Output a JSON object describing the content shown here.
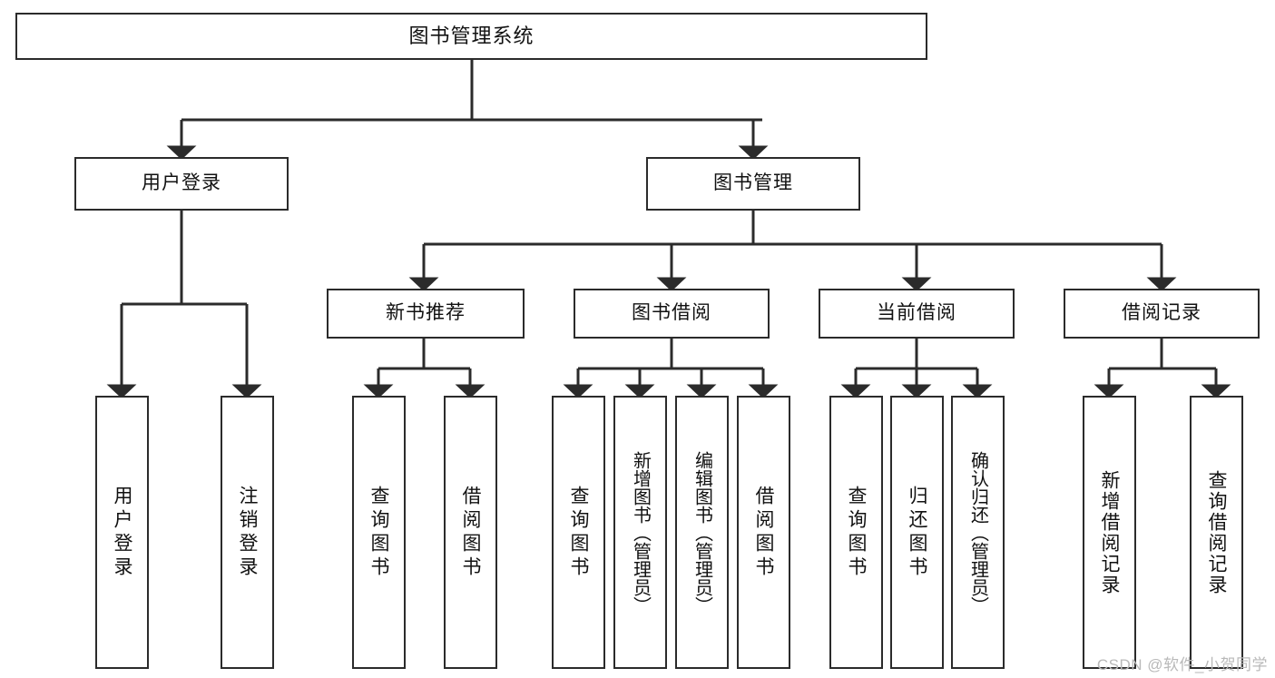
{
  "diagram": {
    "type": "tree",
    "title": "图书管理系统",
    "watermark": "CSDN @软件_小贺同学",
    "colors": {
      "box_border": "#2b2b2b",
      "box_fill": "#ffffff",
      "line": "#2b2b2b",
      "text": "#111111",
      "watermark": "#b9b9b9",
      "background": "#ffffff"
    },
    "root": {
      "label": "图书管理系统"
    },
    "level1": [
      {
        "label": "用户登录"
      },
      {
        "label": "图书管理"
      }
    ],
    "level2": [
      {
        "label": "新书推荐"
      },
      {
        "label": "图书借阅"
      },
      {
        "label": "当前借阅"
      },
      {
        "label": "借阅记录"
      }
    ],
    "leaves": {
      "user_login": [
        {
          "label": "用户登录"
        },
        {
          "label": "注销登录"
        }
      ],
      "new_book_recommend": [
        {
          "label": "查询图书"
        },
        {
          "label": "借阅图书"
        }
      ],
      "book_borrow": [
        {
          "label": "查询图书"
        },
        {
          "label": "新增图书（管理员）"
        },
        {
          "label": "编辑图书（管理员）"
        },
        {
          "label": "借阅图书"
        }
      ],
      "current_borrow": [
        {
          "label": "查询图书"
        },
        {
          "label": "归还图书"
        },
        {
          "label": "确认归还（管理员）"
        }
      ],
      "borrow_record": [
        {
          "label": "新增借阅记录"
        },
        {
          "label": "查询借阅记录"
        }
      ]
    }
  }
}
